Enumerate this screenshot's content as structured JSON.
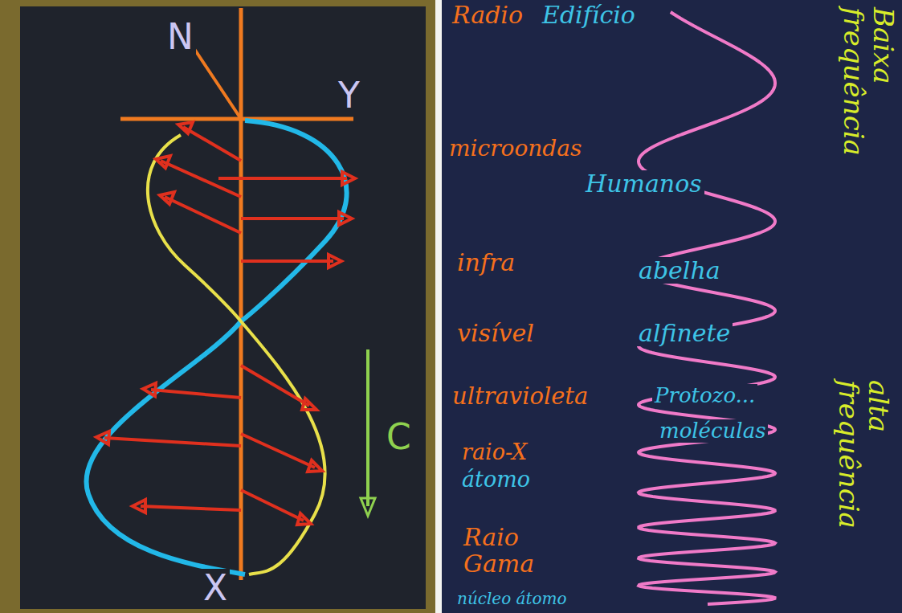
{
  "diagram": {
    "labels": [
      "N",
      "Y",
      "C",
      "X",
      "Radio",
      "Edifício",
      "microondas",
      "Humanos",
      "infra",
      "abelha",
      "visível",
      "alfinete",
      "ultravioleta",
      "Protozo...",
      "moléculas",
      "raio-X",
      "átomo",
      "Raio Gama",
      "núcleo átomo",
      "Baixa frequência",
      "alta frequência"
    ]
  }
}
